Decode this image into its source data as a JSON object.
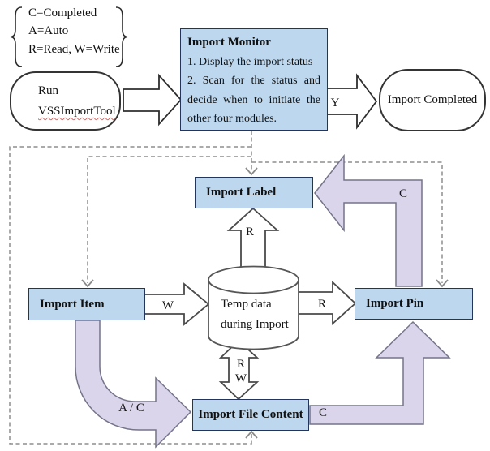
{
  "legend": {
    "brace_left": "{",
    "brace_right": "}",
    "lines": [
      "C=Completed",
      "A=Auto",
      "R=Read, W=Write"
    ]
  },
  "nodes": {
    "run_tool": {
      "line1": "Run",
      "line2": "VSSImportTool"
    },
    "import_monitor": {
      "title": "Import Monitor",
      "item1": "1. Display the import status",
      "item2": "2. Scan for the status and decide when to initiate the other four modules."
    },
    "import_completed": {
      "label": "Import Completed"
    },
    "import_label": {
      "label": "Import Label"
    },
    "import_item": {
      "label": "Import Item"
    },
    "import_pin": {
      "label": "Import Pin"
    },
    "import_file_content": {
      "label": "Import File Content"
    },
    "temp_data": {
      "line1": "Temp data",
      "line2": "during Import"
    }
  },
  "edge_labels": {
    "monitor_to_completed": "Y",
    "item_to_temp": "W",
    "temp_to_pin": "R",
    "temp_to_label": "R",
    "temp_file_r": "R",
    "temp_file_w": "W",
    "pin_to_label": "C",
    "file_to_pin": "C",
    "item_to_file": "A / C"
  },
  "colors": {
    "node_fill": "#bdd7ee",
    "node_border": "#24355c",
    "purple_arrow_fill": "#dbd5eb",
    "purple_arrow_border": "#74748a",
    "dashed_line": "#8e8e8e",
    "spellcheck_underline": "#e4605e"
  }
}
